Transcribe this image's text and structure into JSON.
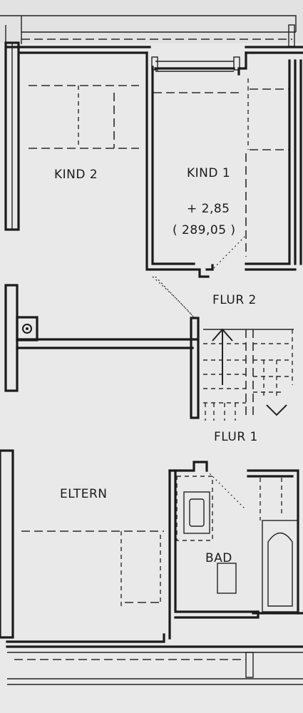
{
  "floor_plan": {
    "rooms": {
      "kind2": "KIND 2",
      "kind1": "KIND 1",
      "kind1_height": "+ 2,85",
      "kind1_level": "( 289,05 )",
      "flur2": "FLUR 2",
      "flur1": "FLUR 1",
      "eltern": "ELTERN",
      "bad": "BAD"
    },
    "colors": {
      "paper": "#eaeaea",
      "ink": "#1b1b1b"
    }
  }
}
